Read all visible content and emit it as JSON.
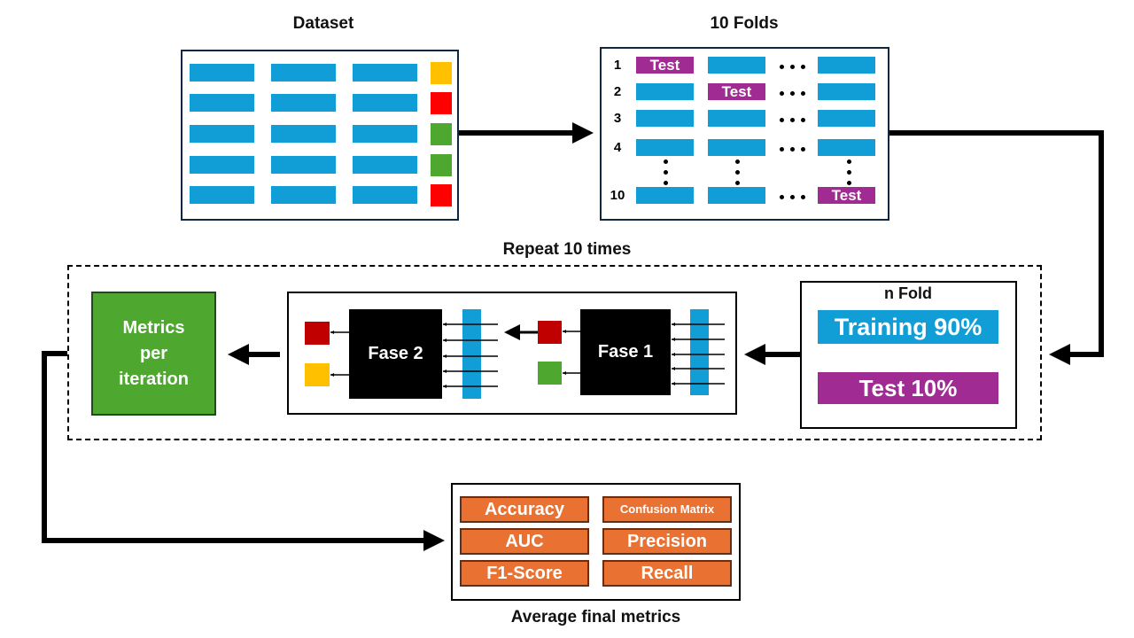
{
  "dataset": {
    "title": "Dataset",
    "rows": [
      {
        "label_color": "#ffc000"
      },
      {
        "label_color": "#ff0000"
      },
      {
        "label_color": "#4ea72e"
      },
      {
        "label_color": "#4ea72e"
      },
      {
        "label_color": "#ff0000"
      }
    ]
  },
  "folds": {
    "title": "10 Folds",
    "rows": [
      {
        "num": "1",
        "test_col": 0
      },
      {
        "num": "2",
        "test_col": 1
      },
      {
        "num": "3",
        "test_col": -1
      },
      {
        "num": "4",
        "test_col": -1
      },
      {
        "num": "10",
        "test_col": 2
      }
    ],
    "test_label": "Test"
  },
  "repeat": {
    "label": "Repeat 10 times"
  },
  "n_fold": {
    "title": "n Fold",
    "training_label": "Training 90%",
    "test_label": "Test 10%"
  },
  "phases": {
    "fase1_label": "Fase 1",
    "fase2_label": "Fase 2",
    "fase1_outputs": [
      "#c00000",
      "#4ea72e"
    ],
    "fase2_outputs": [
      "#c00000",
      "#ffc000"
    ]
  },
  "metrics_per_iteration": {
    "lines": [
      "Metrics",
      "per",
      "iteration"
    ]
  },
  "final_metrics": {
    "caption": "Average final metrics",
    "items": [
      "Accuracy",
      "Confusion Matrix",
      "AUC",
      "Precision",
      "F1-Score",
      "Recall"
    ]
  },
  "colors": {
    "feature_blue": "#119ed6",
    "test_purple": "#a02b93",
    "metric_orange": "#e97132",
    "metrics_green": "#4ea72e"
  }
}
